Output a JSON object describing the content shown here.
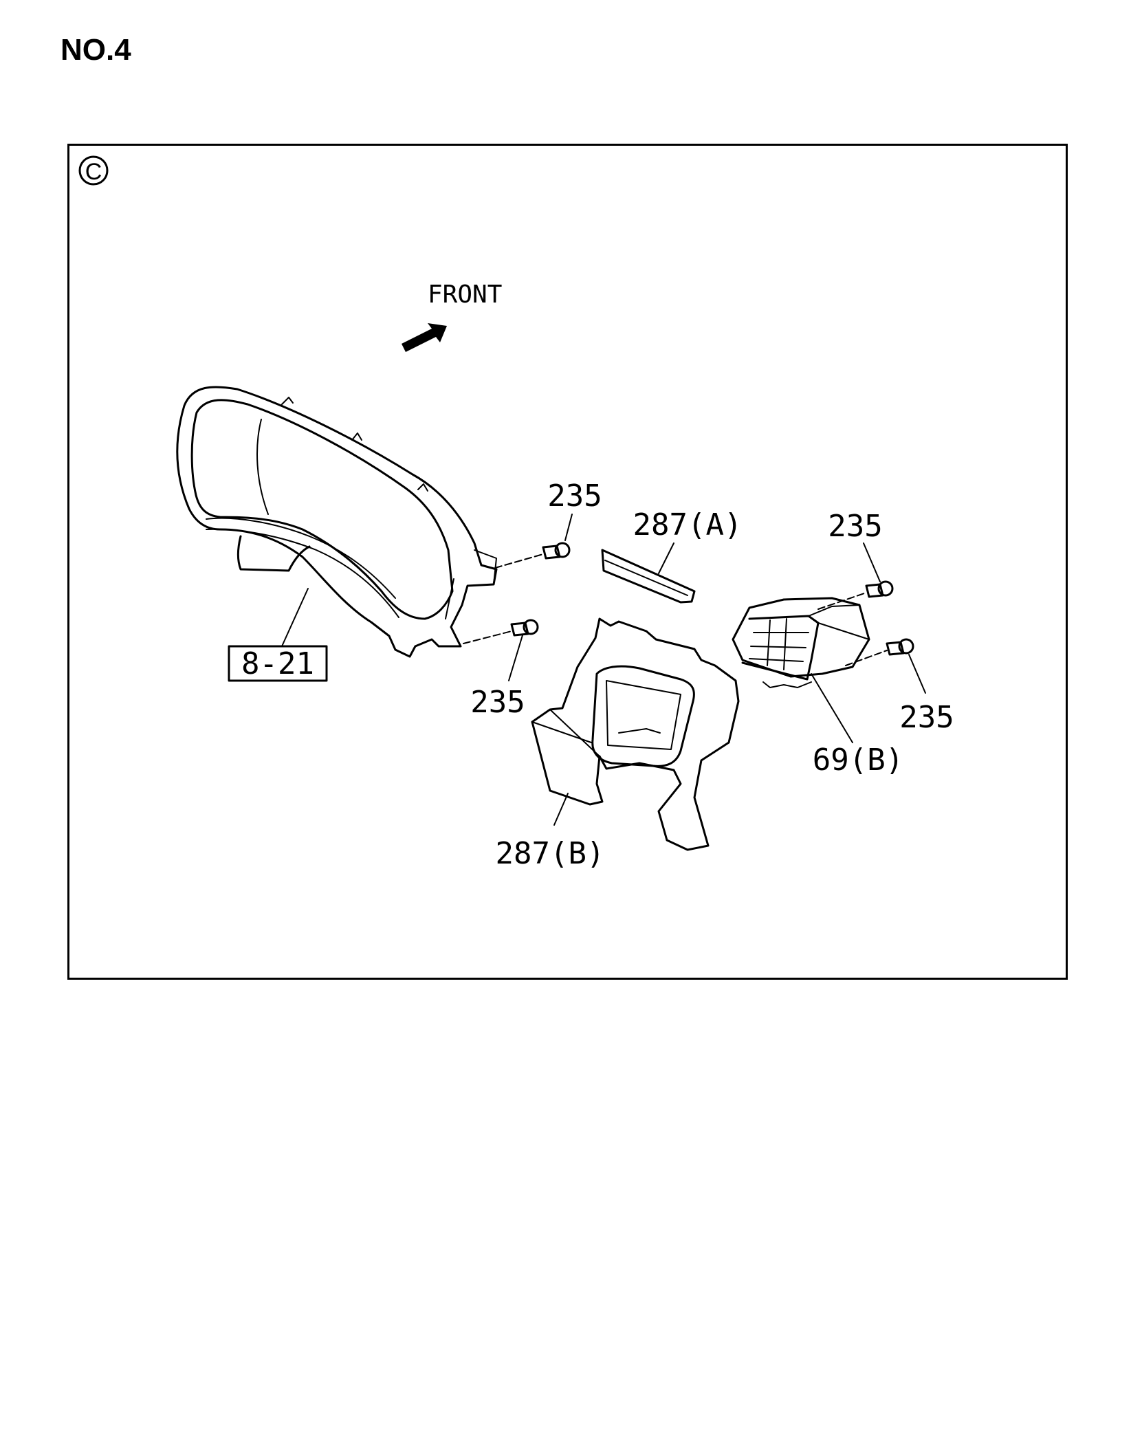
{
  "page_label": "NO.4",
  "view_marker": "C",
  "direction_label": "FRONT",
  "callouts": {
    "ref_box": "8-21",
    "screw_upper_left": "235",
    "screw_lower_left": "235",
    "screw_upper_right": "235",
    "screw_lower_right": "235",
    "panel_a": "287(A)",
    "panel_b": "287(B)",
    "vent": "69(B)"
  }
}
